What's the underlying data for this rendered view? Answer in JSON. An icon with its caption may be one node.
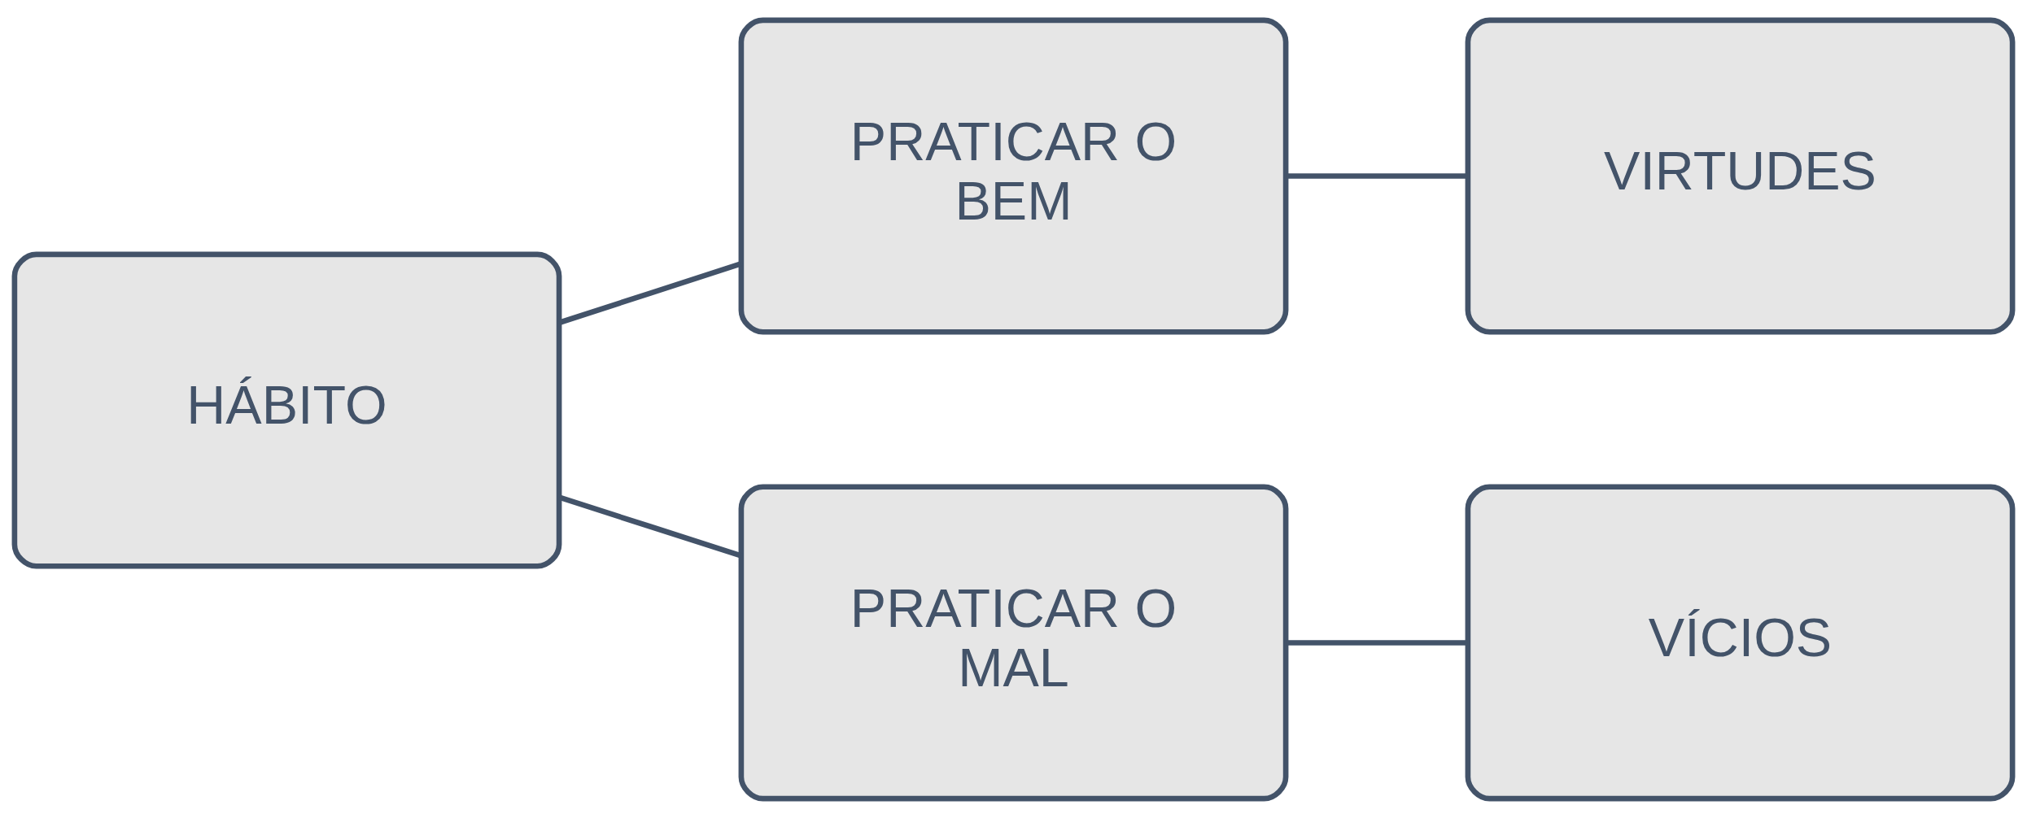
{
  "diagram": {
    "nodes": [
      {
        "text": [
          "HÁBITO"
        ]
      },
      {
        "text": [
          "PRATICAR O BEM"
        ]
      },
      {
        "text": [
          "PRATICAR O MAL"
        ]
      },
      {
        "text": [
          "VIRTUDES"
        ]
      },
      {
        "text": [
          "VÍCIOS"
        ]
      }
    ],
    "edges": [
      {
        "from": 0,
        "to": 1,
        "arrow": "none"
      },
      {
        "from": 0,
        "to": 2,
        "arrow": "none"
      },
      {
        "from": 1,
        "to": 3,
        "arrow": "none"
      },
      {
        "from": 2,
        "to": 4,
        "arrow": "none"
      }
    ]
  }
}
